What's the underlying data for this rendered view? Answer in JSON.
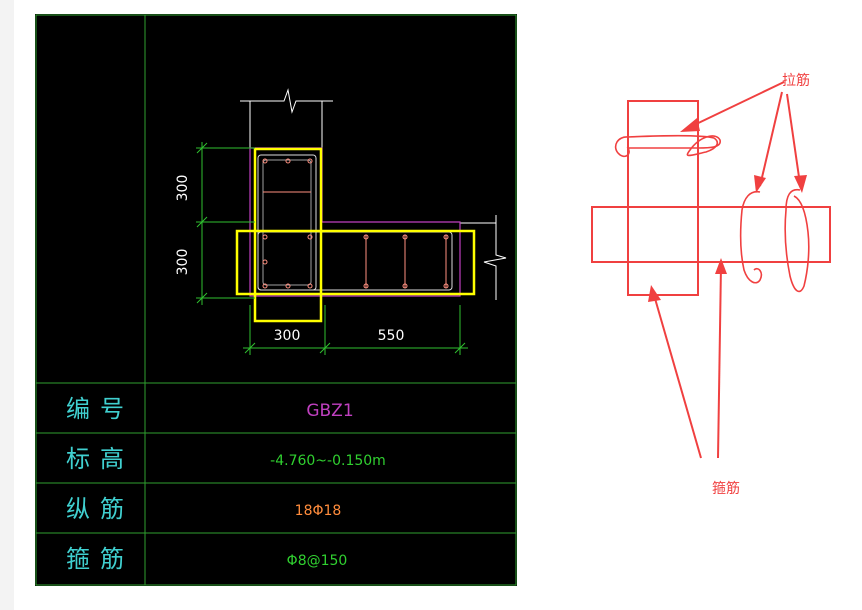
{
  "cad": {
    "dims": {
      "left_upper": "300",
      "left_lower": "300",
      "bottom_left": "300",
      "bottom_right": "550"
    },
    "table": {
      "rows": [
        {
          "label": "编号",
          "value": "GBZ1",
          "value_color": "#c040c0"
        },
        {
          "label": "标高",
          "value": "-4.760~-0.150m",
          "value_color": "#30d030"
        },
        {
          "label": "纵筋",
          "value": "18Φ18",
          "value_color": "#ff8c3c"
        },
        {
          "label": "箍筋",
          "value": "Φ8@150",
          "value_color": "#30d030"
        }
      ],
      "label_color": "#40d0d0"
    }
  },
  "annotation": {
    "tie_label": "拉筋",
    "stirrup_label": "箍筋",
    "color": "#f04040"
  }
}
